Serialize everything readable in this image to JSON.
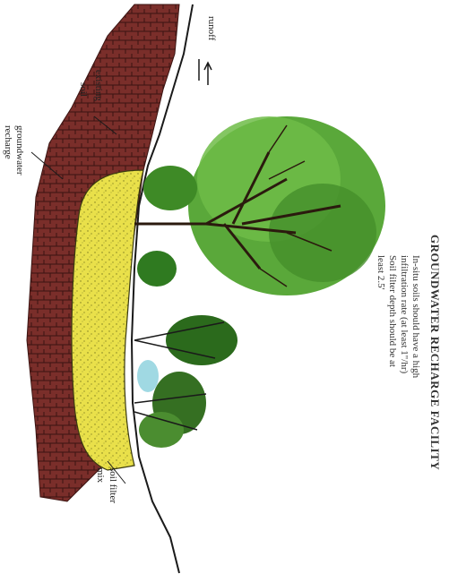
{
  "title": "GROUNDWATER RECHARGE FACILITY",
  "description_lines": [
    "In-situ soils should have a high",
    "infiltration rate (at least 1\"/hr)",
    "Soil filter depth should be at",
    "least 2.5'"
  ],
  "labels": {
    "runoff": "runoff",
    "existing": "existing",
    "soil": "soil",
    "groundwater": "groundwater",
    "recharge": "recharge",
    "soil_filter": "soil filter",
    "mix": "mix"
  },
  "colors": {
    "brick": "#7a2e2a",
    "brick_dark": "#4a1a18",
    "filter_fill": "#e9e04a",
    "foliage": "#4f9a2e",
    "foliage_dark": "#1f5a18",
    "ground": "#2a2a2a"
  }
}
